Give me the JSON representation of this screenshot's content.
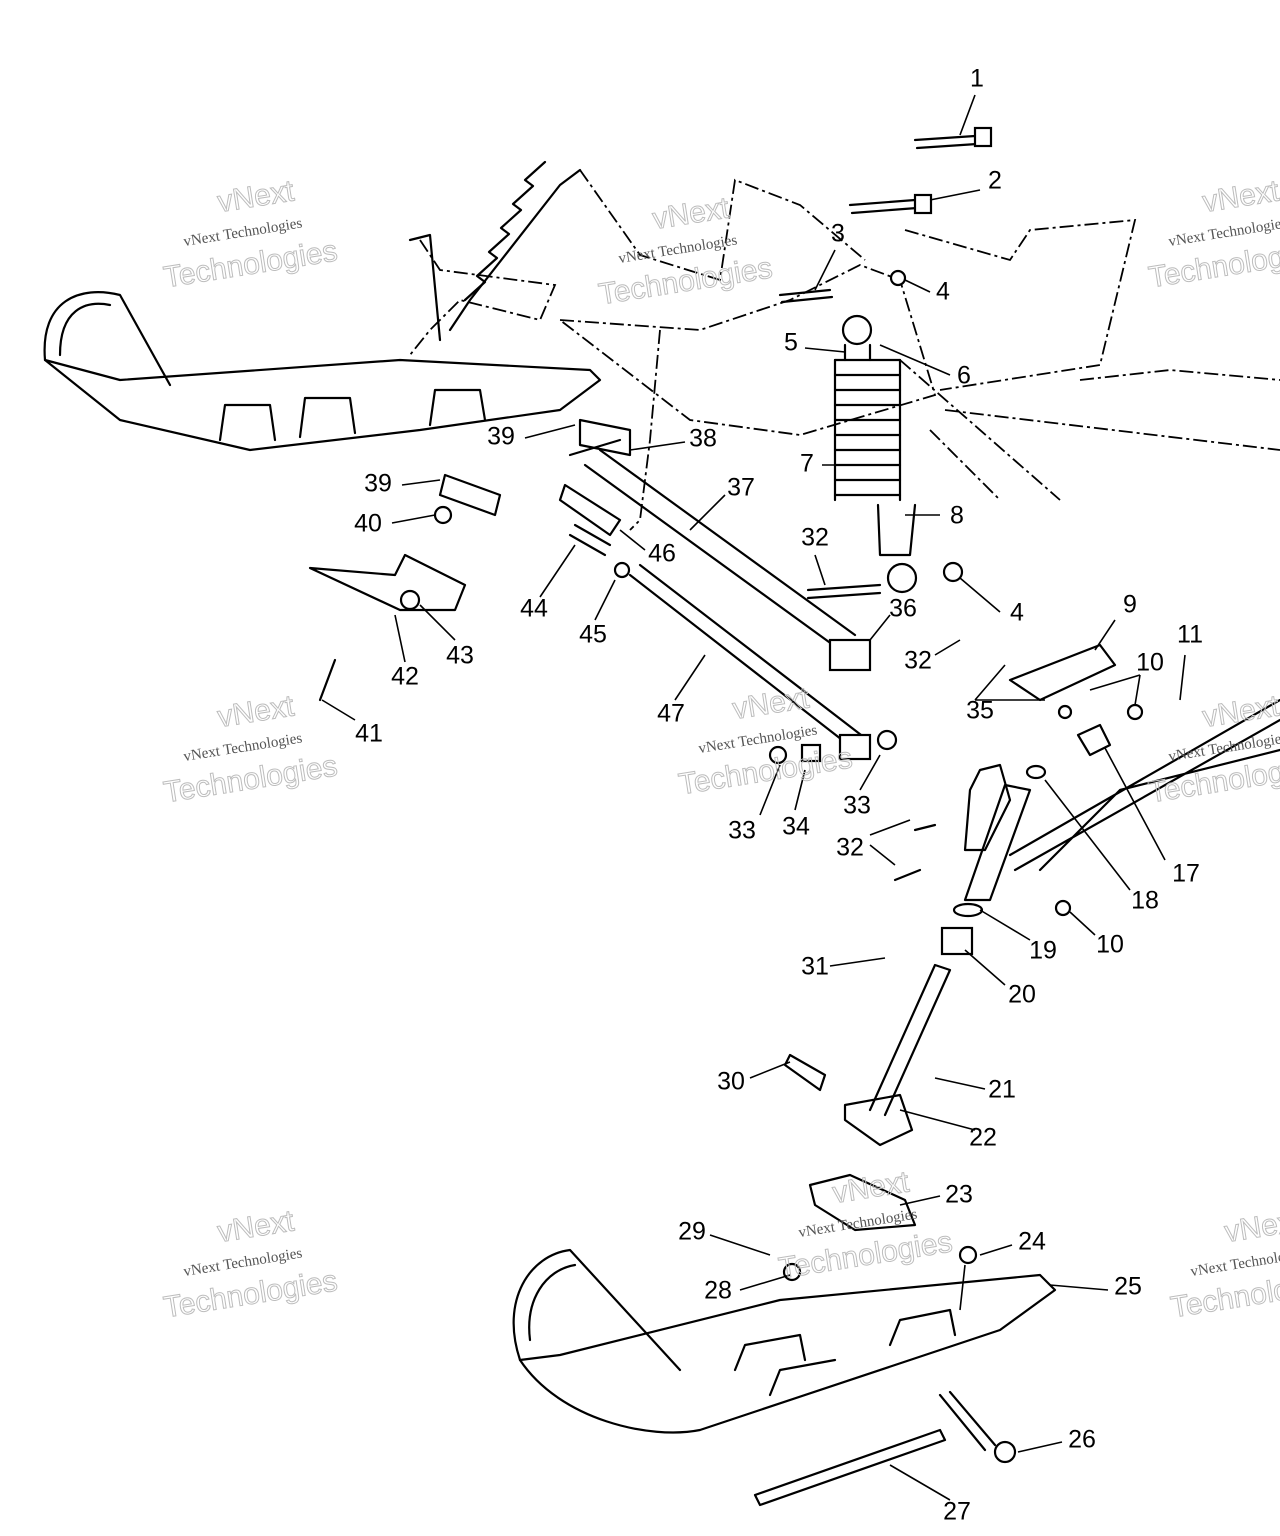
{
  "diagram": {
    "title": "Front suspension and ski exploded parts diagram",
    "labels": [
      "1",
      "2",
      "3",
      "4",
      "5",
      "6",
      "7",
      "8",
      "32",
      "4",
      "9",
      "36",
      "11",
      "10",
      "32",
      "35",
      "39",
      "38",
      "37",
      "39",
      "40",
      "46",
      "44",
      "45",
      "42",
      "43",
      "41",
      "47",
      "33",
      "34",
      "33",
      "32",
      "17",
      "18",
      "19",
      "10",
      "31",
      "20",
      "30",
      "21",
      "22",
      "23",
      "29",
      "24",
      "28",
      "25",
      "26",
      "27"
    ]
  },
  "watermark": {
    "line1": "vNext",
    "line2": "vNext Technologies",
    "line3": "Technologies"
  },
  "colors": {
    "ink": "#000000",
    "watermark": "#bdbdbd",
    "background": "#ffffff"
  }
}
